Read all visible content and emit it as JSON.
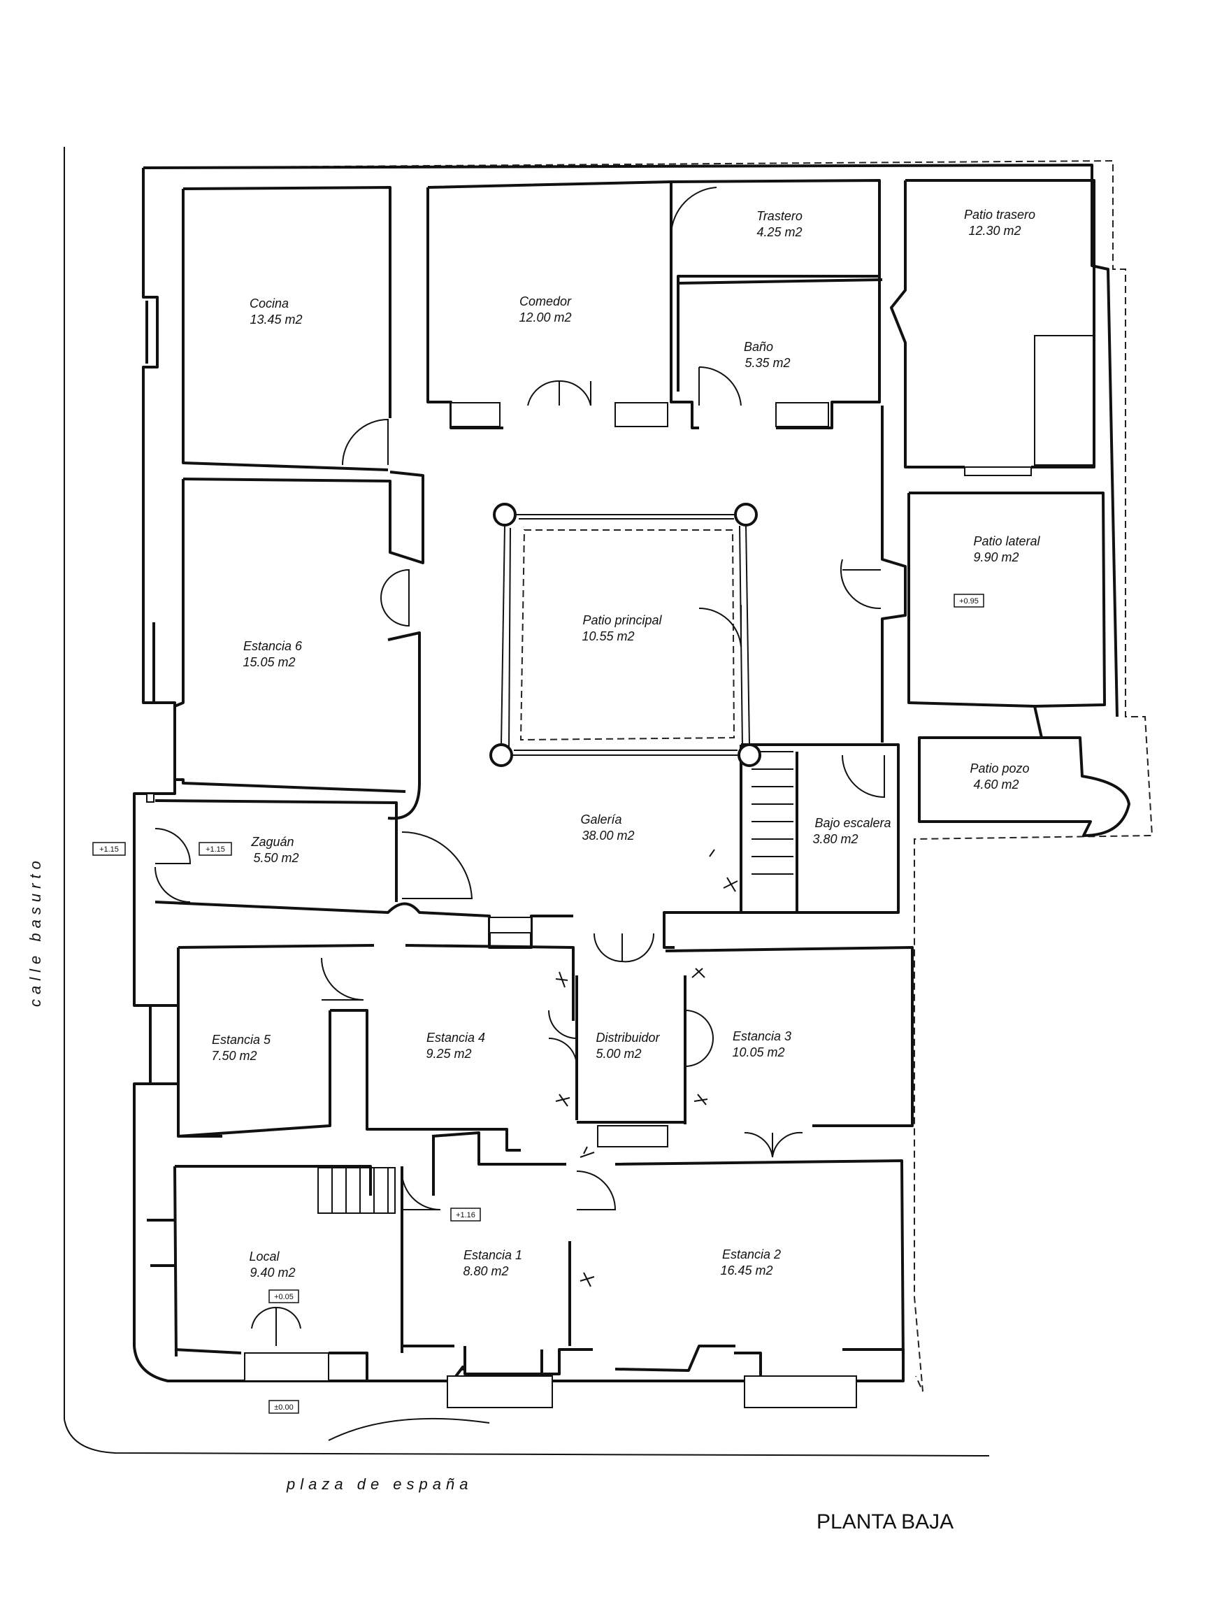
{
  "title": "PLANTA BAJA",
  "streets": {
    "left": "calle basurto",
    "bottom": "plaza de españa"
  },
  "rooms": [
    {
      "id": "cocina",
      "name": "Cocina",
      "area": "13.45 m2"
    },
    {
      "id": "comedor",
      "name": "Comedor",
      "area": "12.00 m2"
    },
    {
      "id": "trastero",
      "name": "Trastero",
      "area": "4.25 m2"
    },
    {
      "id": "bano",
      "name": "Baño",
      "area": "5.35 m2"
    },
    {
      "id": "patio-trasero",
      "name": "Patio trasero",
      "area": "12.30 m2"
    },
    {
      "id": "estancia-6",
      "name": "Estancia 6",
      "area": "15.05 m2"
    },
    {
      "id": "patio-principal",
      "name": "Patio principal",
      "area": "10.55 m2"
    },
    {
      "id": "patio-lateral",
      "name": "Patio lateral",
      "area": "9.90 m2"
    },
    {
      "id": "patio-pozo",
      "name": "Patio pozo",
      "area": "4.60 m2"
    },
    {
      "id": "zaguan",
      "name": "Zaguán",
      "area": "5.50 m2"
    },
    {
      "id": "galeria",
      "name": "Galería",
      "area": "38.00 m2"
    },
    {
      "id": "bajo-escalera",
      "name": "Bajo escalera",
      "area": "3.80 m2"
    },
    {
      "id": "estancia-5",
      "name": "Estancia 5",
      "area": "7.50 m2"
    },
    {
      "id": "estancia-4",
      "name": "Estancia 4",
      "area": "9.25 m2"
    },
    {
      "id": "distribuidor",
      "name": "Distribuidor",
      "area": "5.00 m2"
    },
    {
      "id": "estancia-3",
      "name": "Estancia 3",
      "area": "10.05 m2"
    },
    {
      "id": "local",
      "name": "Local",
      "area": "9.40 m2"
    },
    {
      "id": "estancia-1",
      "name": "Estancia 1",
      "area": "8.80 m2"
    },
    {
      "id": "estancia-2",
      "name": "Estancia 2",
      "area": "16.45 m2"
    }
  ],
  "levels": {
    "street": "+1.15",
    "zaguan": "+1.15",
    "patio_lateral": "+0.95",
    "estancia_1": "+1.16",
    "local": "+0.05",
    "entrance": "±0.00"
  }
}
